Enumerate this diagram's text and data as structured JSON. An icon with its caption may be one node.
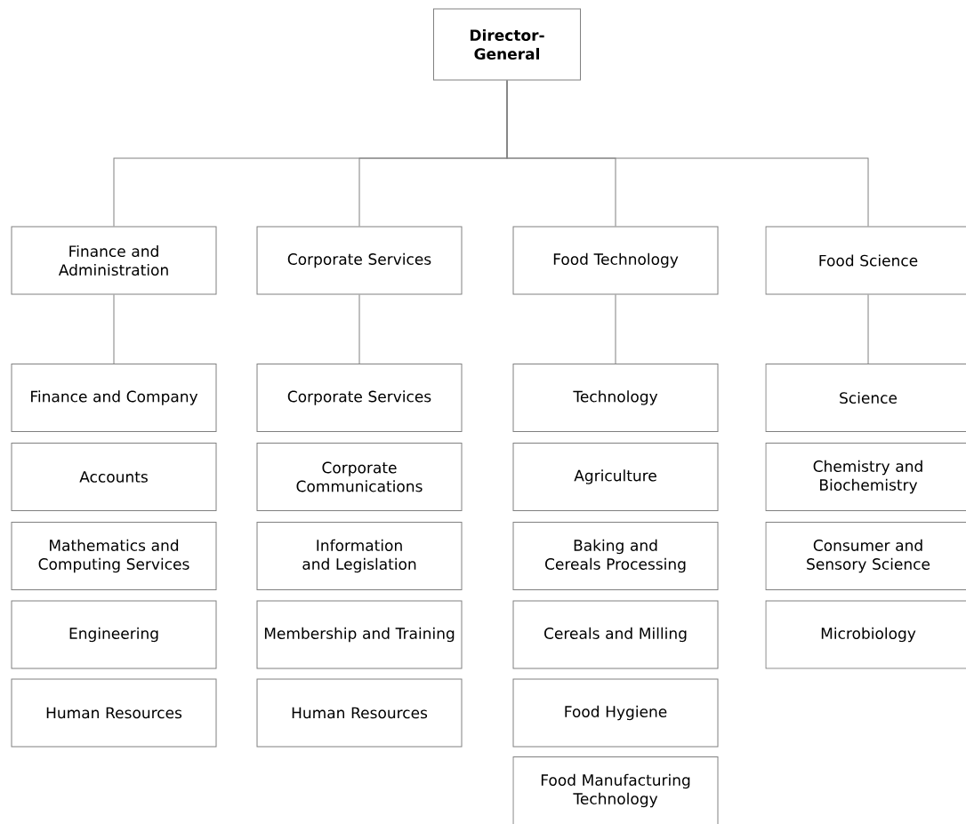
{
  "diagram": {
    "nodes": [
      {
        "text": [
          "Director-General"
        ]
      },
      {
        "text": [
          "Finance and Administration"
        ]
      },
      {
        "text": [
          "Corporate Services"
        ]
      },
      {
        "text": [
          "Food Technology"
        ]
      },
      {
        "text": [
          "Food Science"
        ]
      },
      {
        "text": [
          "Finance and Company"
        ]
      },
      {
        "text": [
          "Accounts"
        ]
      },
      {
        "text": [
          "Mathematics and Computing Services"
        ]
      },
      {
        "text": [
          "Engineering"
        ]
      },
      {
        "text": [
          "Human Resources"
        ]
      },
      {
        "text": [
          "Corporate Services"
        ]
      },
      {
        "text": [
          "Corporate Communications"
        ]
      },
      {
        "text": [
          "Information and Legislation"
        ]
      },
      {
        "text": [
          "Membership and Training"
        ]
      },
      {
        "text": [
          "Human Resources"
        ]
      },
      {
        "text": [
          "Technology"
        ]
      },
      {
        "text": [
          "Agriculture"
        ]
      },
      {
        "text": [
          "Baking and Cereals Processing"
        ]
      },
      {
        "text": [
          "Cereals and Milling"
        ]
      },
      {
        "text": [
          "Food Hygiene"
        ]
      },
      {
        "text": [
          "Food Manufacturing Technology"
        ]
      },
      {
        "text": [
          "Science"
        ]
      },
      {
        "text": [
          "Chemistry and Biochemistry"
        ]
      },
      {
        "text": [
          "Consumer and Sensory Science"
        ]
      },
      {
        "text": [
          "Microbiology"
        ]
      }
    ],
    "edges": [
      {
        "from": 0,
        "to": 1,
        "arrow": "none"
      },
      {
        "from": 0,
        "to": 2,
        "arrow": "none"
      },
      {
        "from": 0,
        "to": 3,
        "arrow": "none"
      },
      {
        "from": 0,
        "to": 4,
        "arrow": "none"
      },
      {
        "from": 1,
        "to": 5,
        "arrow": "none"
      },
      {
        "from": 2,
        "to": 10,
        "arrow": "none"
      },
      {
        "from": 3,
        "to": 15,
        "arrow": "none"
      },
      {
        "from": 4,
        "to": 21,
        "arrow": "none"
      }
    ]
  }
}
